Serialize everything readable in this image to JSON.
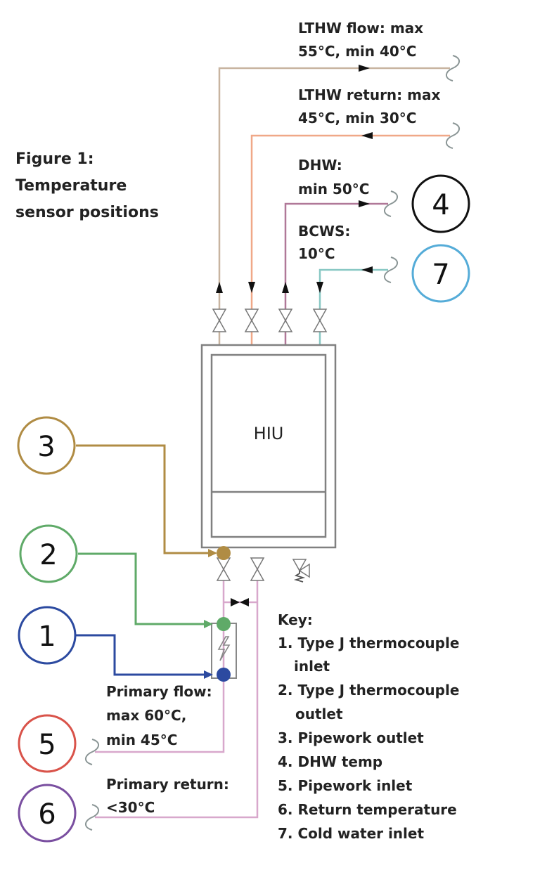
{
  "figure": {
    "title_lines": [
      "Figure 1:",
      "Temperature",
      "sensor positions"
    ],
    "unit_label": "HIU"
  },
  "pipes": {
    "lthw_flow": {
      "lines": [
        "LTHW flow: max",
        "55°C, min 40°C"
      ],
      "color": "#c8b4a0"
    },
    "lthw_return": {
      "lines": [
        "LTHW return: max",
        "45°C, min 30°C"
      ],
      "color": "#f0a888"
    },
    "dhw": {
      "lines": [
        "DHW:",
        "min 50°C"
      ],
      "color": "#b07898"
    },
    "bcws": {
      "lines": [
        "BCWS:",
        "10°C"
      ],
      "color": "#88c8c4"
    },
    "primary_flow": {
      "lines": [
        "Primary flow:",
        "max 60°C,",
        "min 45°C"
      ],
      "color": "#d8a8cc"
    },
    "primary_return": {
      "lines": [
        "Primary return:",
        "<30°C"
      ],
      "color": "#d8a8cc"
    }
  },
  "sensors": [
    {
      "number": "1",
      "color": "#2c4aa0"
    },
    {
      "number": "2",
      "color": "#5faa68"
    },
    {
      "number": "3",
      "color": "#b08c44"
    },
    {
      "number": "4",
      "color": "#111111"
    },
    {
      "number": "5",
      "color": "#d9534a"
    },
    {
      "number": "6",
      "color": "#7a4fa0"
    },
    {
      "number": "7",
      "color": "#55acd8"
    }
  ],
  "key": {
    "heading": "Key:",
    "items": [
      {
        "lines": [
          "1. Type J thermocouple",
          "inlet"
        ]
      },
      {
        "lines": [
          "2. Type J thermocouple",
          "outlet"
        ]
      },
      {
        "lines": [
          "3. Pipework outlet"
        ]
      },
      {
        "lines": [
          "4. DHW temp"
        ]
      },
      {
        "lines": [
          "5. Pipework inlet"
        ]
      },
      {
        "lines": [
          "6. Return temperature"
        ]
      },
      {
        "lines": [
          "7. Cold water inlet"
        ]
      }
    ]
  },
  "colors": {
    "box": "#808080",
    "valve": "#777777",
    "arrow": "#111111"
  }
}
